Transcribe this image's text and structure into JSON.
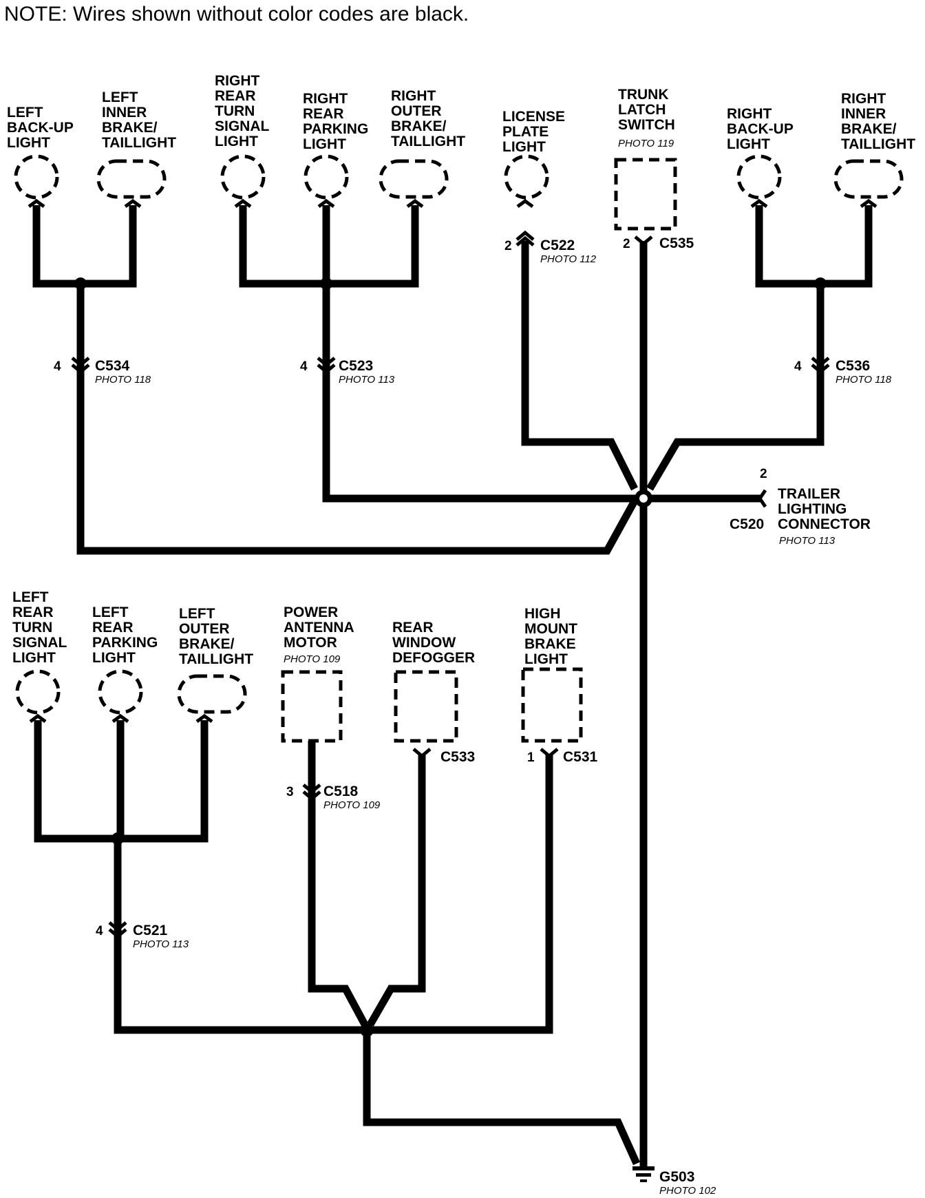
{
  "note": "NOTE: Wires shown without color codes are black.",
  "components": {
    "left_backup_light": [
      "LEFT",
      "BACK-UP",
      "LIGHT"
    ],
    "left_inner_brake": [
      "LEFT",
      "INNER",
      "BRAKE/",
      "TAILLIGHT"
    ],
    "right_rear_turn": [
      "RIGHT",
      "REAR",
      "TURN",
      "SIGNAL",
      "LIGHT"
    ],
    "right_rear_parking": [
      "RIGHT",
      "REAR",
      "PARKING",
      "LIGHT"
    ],
    "right_outer_brake": [
      "RIGHT",
      "OUTER",
      "BRAKE/",
      "TAILLIGHT"
    ],
    "license_plate": [
      "LICENSE",
      "PLATE",
      "LIGHT"
    ],
    "trunk_latch": [
      "TRUNK",
      "LATCH",
      "SWITCH"
    ],
    "trunk_latch_photo": "PHOTO 119",
    "right_backup_light": [
      "RIGHT",
      "BACK-UP",
      "LIGHT"
    ],
    "right_inner_brake": [
      "RIGHT",
      "INNER",
      "BRAKE/",
      "TAILLIGHT"
    ],
    "trailer_connector": [
      "TRAILER",
      "LIGHTING",
      "CONNECTOR"
    ],
    "left_rear_turn": [
      "LEFT",
      "REAR",
      "TURN",
      "SIGNAL",
      "LIGHT"
    ],
    "left_rear_parking": [
      "LEFT",
      "REAR",
      "PARKING",
      "LIGHT"
    ],
    "left_outer_brake": [
      "LEFT",
      "OUTER",
      "BRAKE/",
      "TAILLIGHT"
    ],
    "power_antenna": [
      "POWER",
      "ANTENNA",
      "MOTOR"
    ],
    "power_antenna_photo": "PHOTO 109",
    "rear_defogger": [
      "REAR",
      "WINDOW",
      "DEFOGGER"
    ],
    "high_mount_brake": [
      "HIGH",
      "MOUNT",
      "BRAKE",
      "LIGHT"
    ]
  },
  "connectors": {
    "c522": {
      "id": "C522",
      "pin": "2",
      "photo": "PHOTO 112"
    },
    "c535": {
      "id": "C535",
      "pin": "2"
    },
    "c534": {
      "id": "C534",
      "pin": "4",
      "photo": "PHOTO 118"
    },
    "c523": {
      "id": "C523",
      "pin": "4",
      "photo": "PHOTO 113"
    },
    "c536": {
      "id": "C536",
      "pin": "4",
      "photo": "PHOTO 118"
    },
    "c520": {
      "id": "C520",
      "pin": "2",
      "photo": "PHOTO 113"
    },
    "c518": {
      "id": "C518",
      "pin": "3",
      "photo": "PHOTO 109"
    },
    "c533": {
      "id": "C533"
    },
    "c531": {
      "id": "C531",
      "pin": "1"
    },
    "c521": {
      "id": "C521",
      "pin": "4",
      "photo": "PHOTO 113"
    }
  },
  "ground": {
    "id": "G503",
    "photo": "PHOTO 102"
  }
}
